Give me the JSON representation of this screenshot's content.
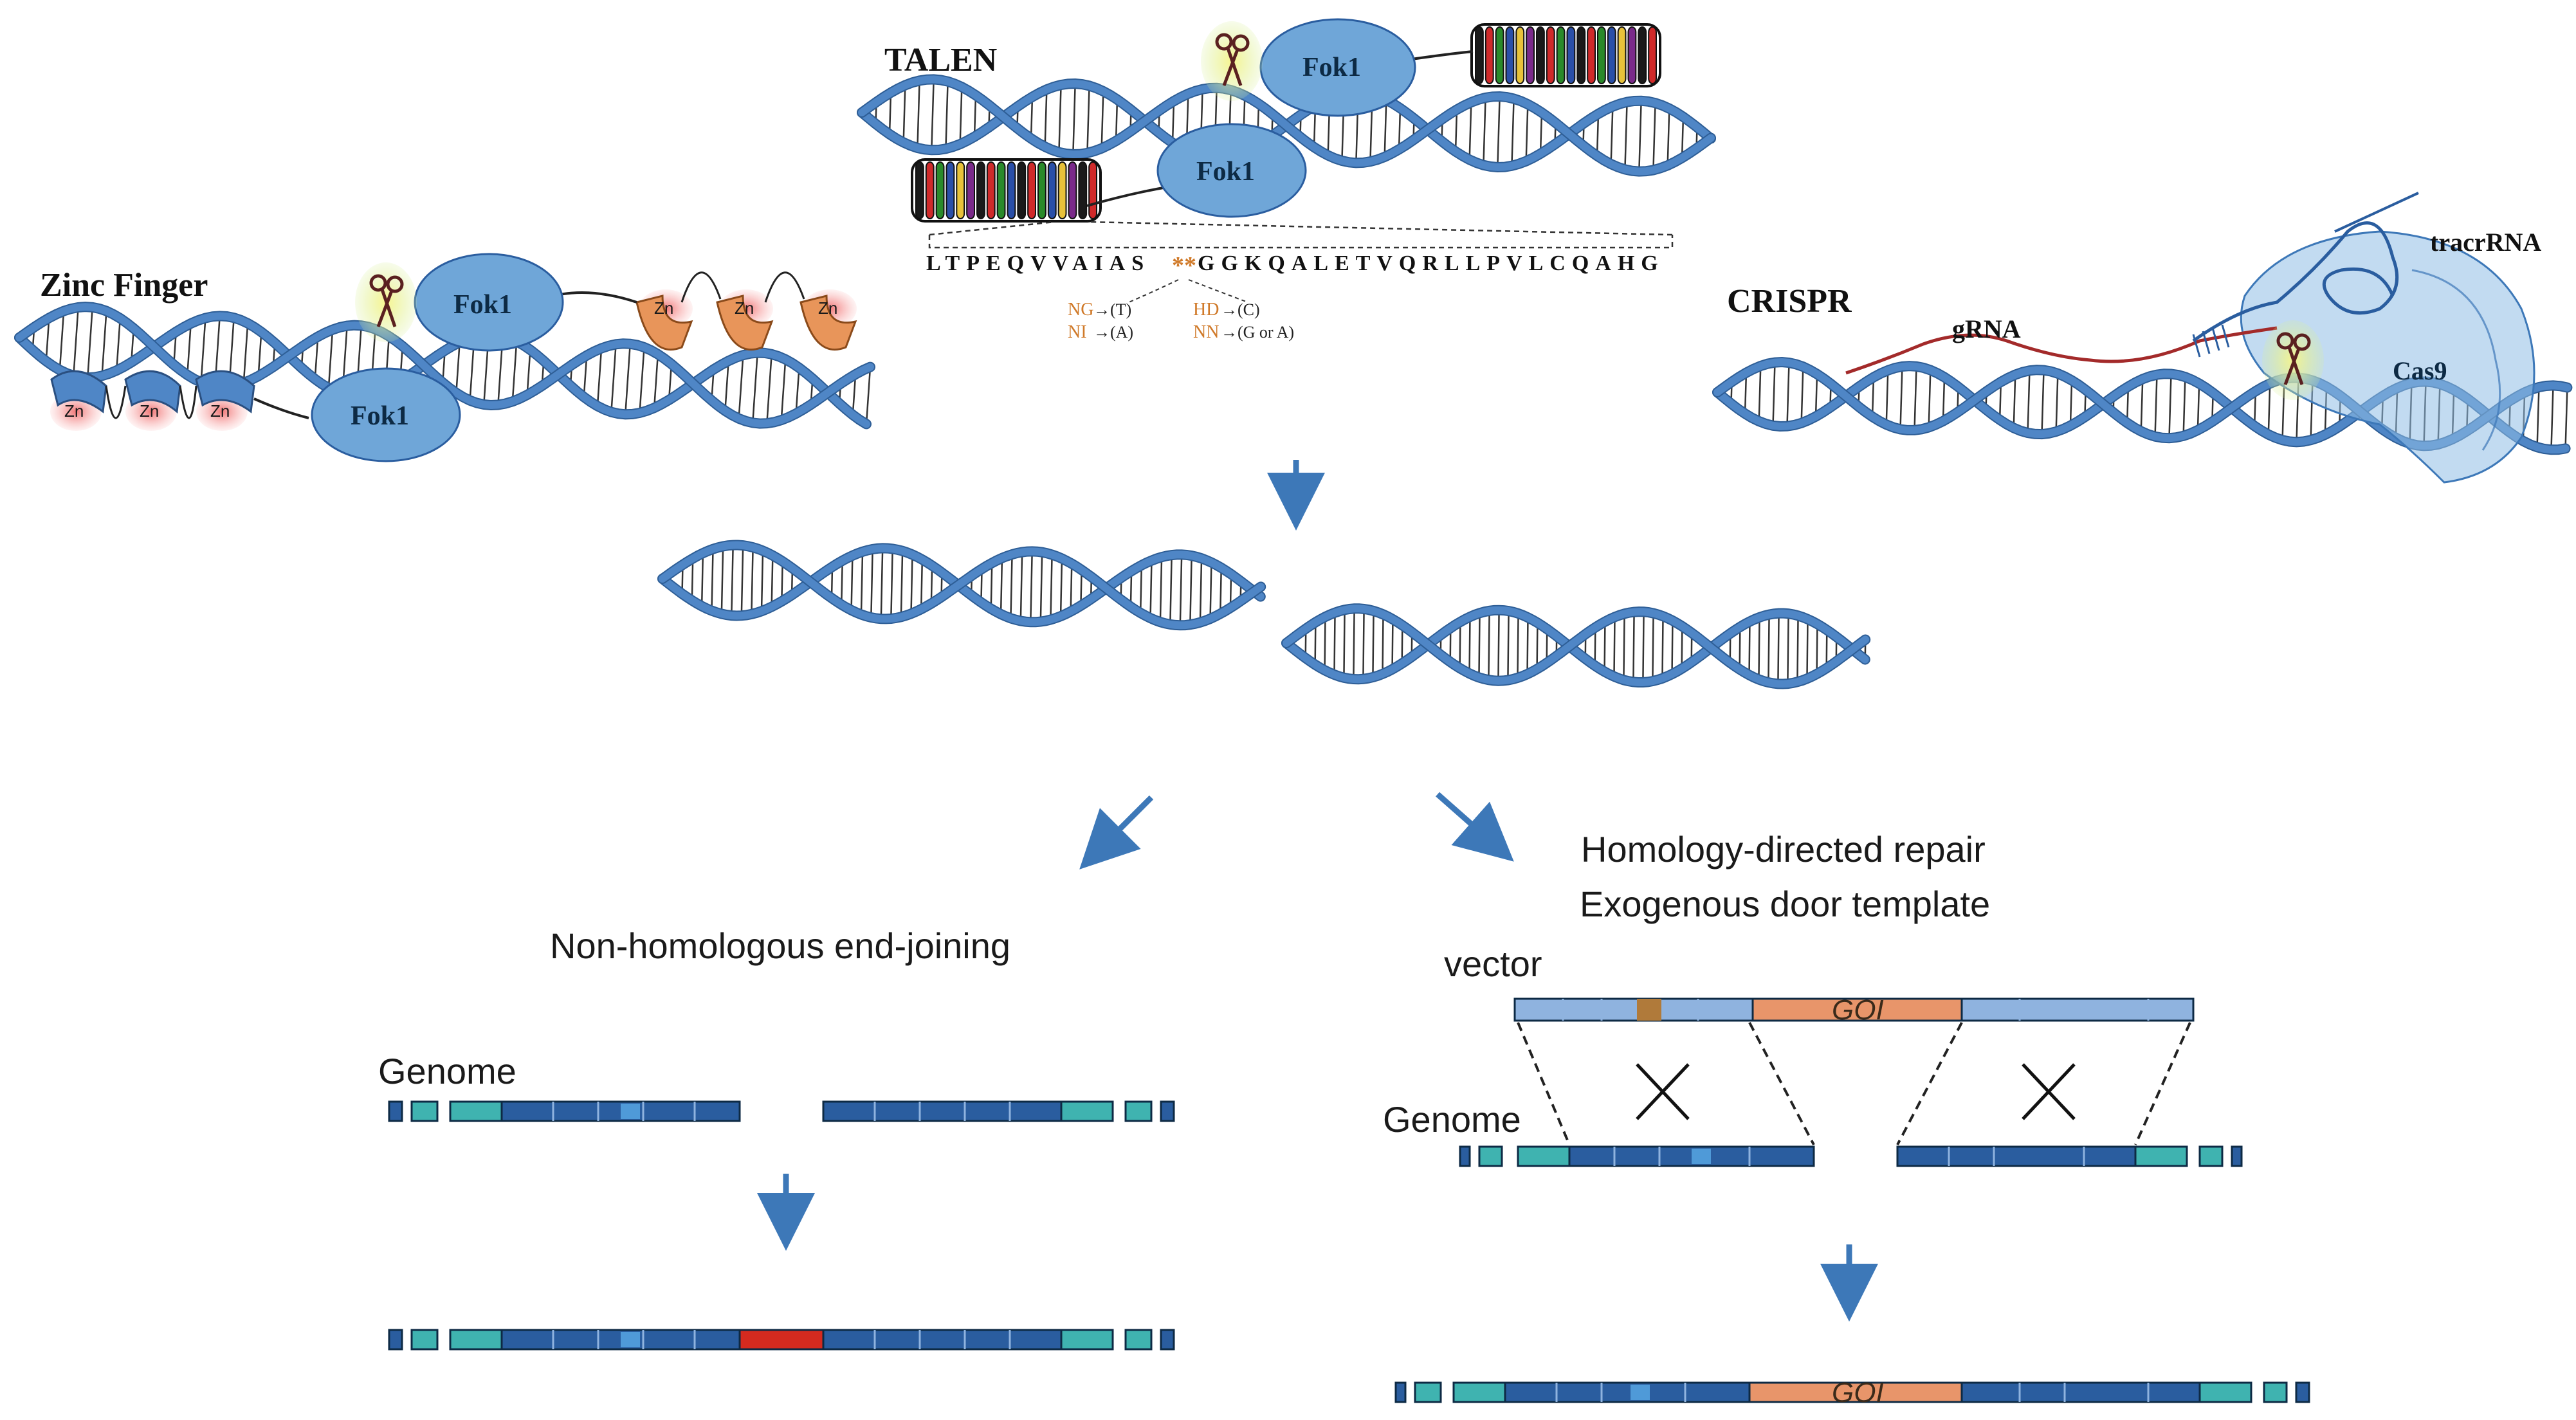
{
  "panels": {
    "talen": {
      "label": "TALEN",
      "fok_top": "Fok1",
      "fok_bottom": "Fok1"
    },
    "zinc_finger": {
      "label": "Zinc Finger",
      "fok_top": "Fok1",
      "fok_bottom": "Fok1",
      "zn": "Zn"
    },
    "crispr": {
      "label": "CRISPR",
      "grna": "gRNA",
      "tracrrna": "tracrRNA",
      "cas9": "Cas9"
    }
  },
  "talen_code": {
    "sequence": "LTPEQVVAIAS",
    "sequence_rest": "GGKQALETVQRLLPVLCQAHG",
    "rvd_marks": "**",
    "codes": [
      {
        "rvd": "NG",
        "base": "→(T)"
      },
      {
        "rvd": "NI",
        "base": "→(A)"
      },
      {
        "rvd": "HD",
        "base": "→(C)"
      },
      {
        "rvd": "NN",
        "base": "→(G or A)"
      }
    ]
  },
  "pathways": {
    "nhej": {
      "title": "Non-homologous end-joining",
      "genome_label": "Genome"
    },
    "hdr": {
      "title_line1": "Homology-directed repair",
      "title_line2": "Exogenous door template",
      "vector_label": "vector",
      "genome_label": "Genome",
      "goi_label": "GOI",
      "goi_result_label": "GOI"
    }
  },
  "colors": {
    "dna_strand": "#4f86c6",
    "genome_bar": "#2a5d9f",
    "genome_teal": "#3fb3b0",
    "vector_bar": "#8fb3df",
    "goi": "#e8956a",
    "indel": "#d42a1f",
    "fok1": "#6fa6d8",
    "zn_finger": "#e8955a",
    "zn_glow": "#f08a8a",
    "cas9": "#8fbde6",
    "grna": "#a32a2a",
    "arrow": "#3d78b8"
  },
  "icons": [
    "scissors-icon",
    "arrow-down-icon",
    "cross-icon"
  ]
}
